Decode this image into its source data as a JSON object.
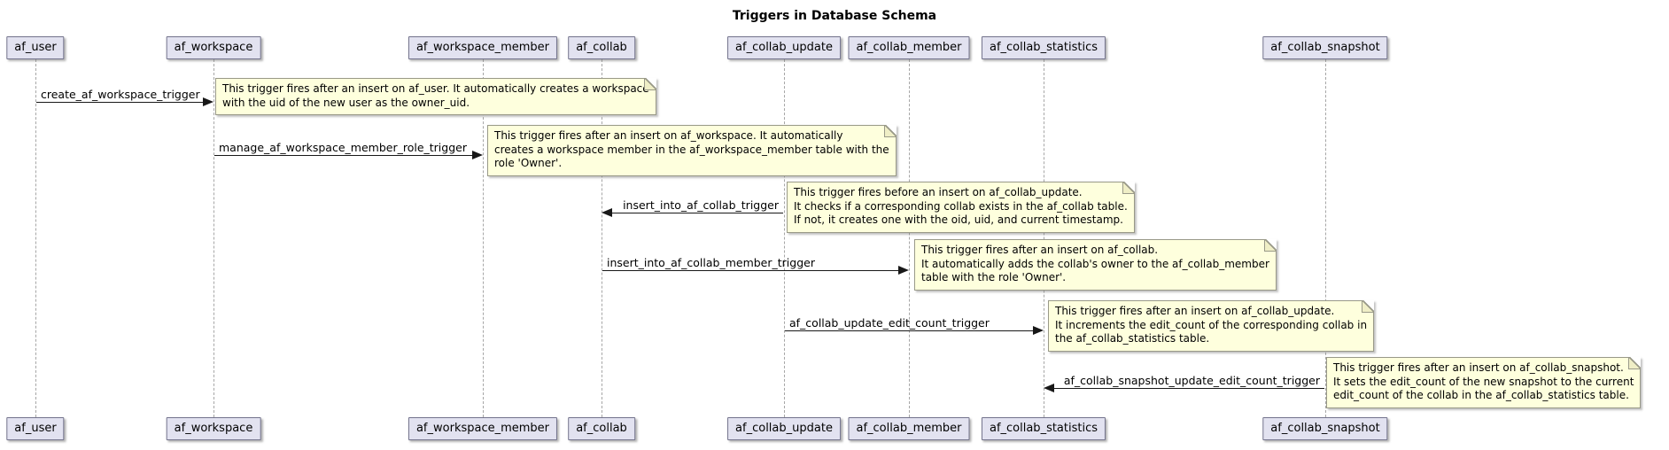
{
  "title": "Triggers in Database Schema",
  "colors": {
    "participant_fill": "#E2E2F0",
    "participant_border": "#73738c",
    "note_fill": "#FEFFDD",
    "note_border": "#999988",
    "arrow_color": "#181818",
    "lifeline_color": "#a6a6a6",
    "background": "#ffffff"
  },
  "participants": [
    {
      "label": "af_user"
    },
    {
      "label": "af_workspace"
    },
    {
      "label": "af_workspace_member"
    },
    {
      "label": "af_collab"
    },
    {
      "label": "af_collab_update"
    },
    {
      "label": "af_collab_member"
    },
    {
      "label": "af_collab_statistics"
    },
    {
      "label": "af_collab_snapshot"
    }
  ],
  "messages": [
    {
      "label": "create_af_workspace_trigger",
      "from": "af_user",
      "to": "af_workspace",
      "direction": "right",
      "note": "This trigger fires after an insert on af_user. It automatically creates a workspace\nwith the uid of the new user as the owner_uid."
    },
    {
      "label": "manage_af_workspace_member_role_trigger",
      "from": "af_workspace",
      "to": "af_workspace_member",
      "direction": "right",
      "note": "This trigger fires after an insert on af_workspace. It automatically\ncreates a workspace member in the af_workspace_member table with the\nrole 'Owner'."
    },
    {
      "label": "insert_into_af_collab_trigger",
      "from": "af_collab_update",
      "to": "af_collab",
      "direction": "left",
      "note": "This trigger fires before an insert on af_collab_update.\nIt checks if a corresponding collab exists in the af_collab table.\nIf not, it creates one with the oid, uid, and current timestamp."
    },
    {
      "label": "insert_into_af_collab_member_trigger",
      "from": "af_collab",
      "to": "af_collab_member",
      "direction": "right",
      "note": "This trigger fires after an insert on af_collab.\nIt automatically adds the collab's owner to the af_collab_member\ntable with the role 'Owner'."
    },
    {
      "label": "af_collab_update_edit_count_trigger",
      "from": "af_collab_update",
      "to": "af_collab_statistics",
      "direction": "right",
      "note": "This trigger fires after an insert on af_collab_update.\nIt increments the edit_count of the corresponding collab in\nthe af_collab_statistics table."
    },
    {
      "label": "af_collab_snapshot_update_edit_count_trigger",
      "from": "af_collab_snapshot",
      "to": "af_collab_statistics",
      "direction": "left",
      "note": "This trigger fires after an insert on af_collab_snapshot.\nIt sets the edit_count of the new snapshot to the current\nedit_count of the collab in the af_collab_statistics table."
    }
  ]
}
